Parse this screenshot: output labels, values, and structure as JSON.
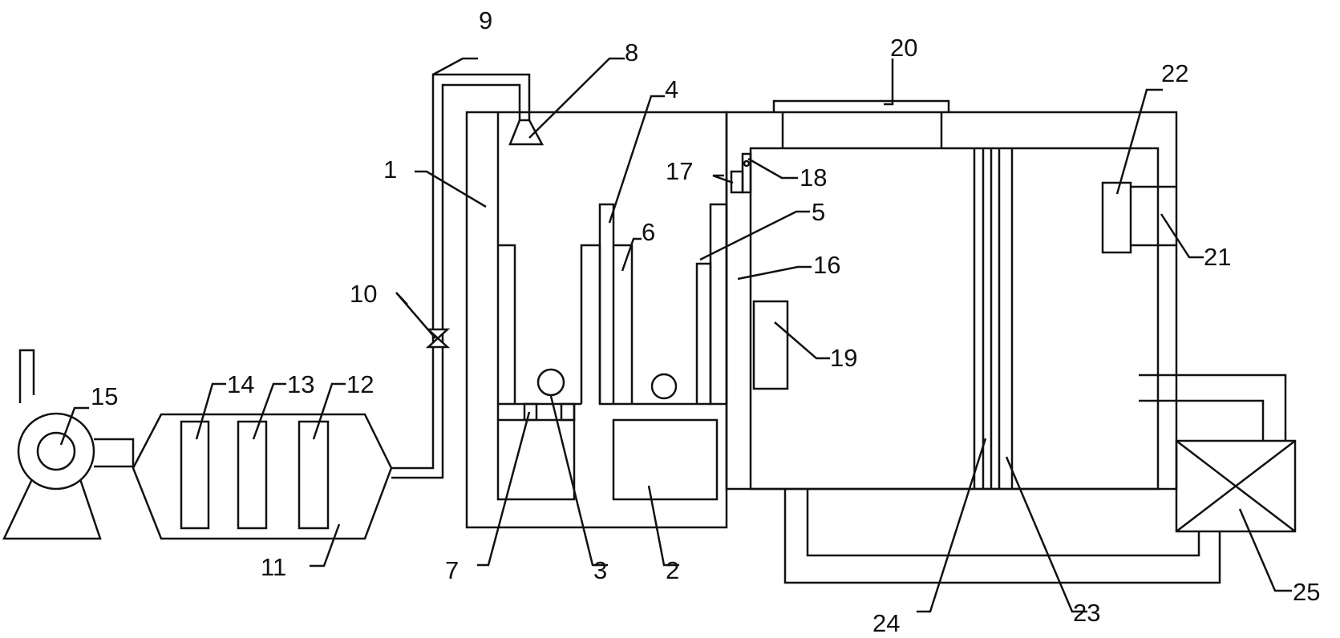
{
  "labels": {
    "l1": "1",
    "l2": "2",
    "l3": "3",
    "l4": "4",
    "l5": "5",
    "l6": "6",
    "l7": "7",
    "l8": "8",
    "l9": "9",
    "l10": "10",
    "l11": "11",
    "l12": "12",
    "l13": "13",
    "l14": "14",
    "l15": "15",
    "l16": "16",
    "l17": "17",
    "l18": "18",
    "l19": "19",
    "l20": "20",
    "l21": "21",
    "l22": "22",
    "l23": "23",
    "l24": "24",
    "l25": "25"
  },
  "colors": {
    "stroke": "#111111",
    "background": "#ffffff"
  }
}
